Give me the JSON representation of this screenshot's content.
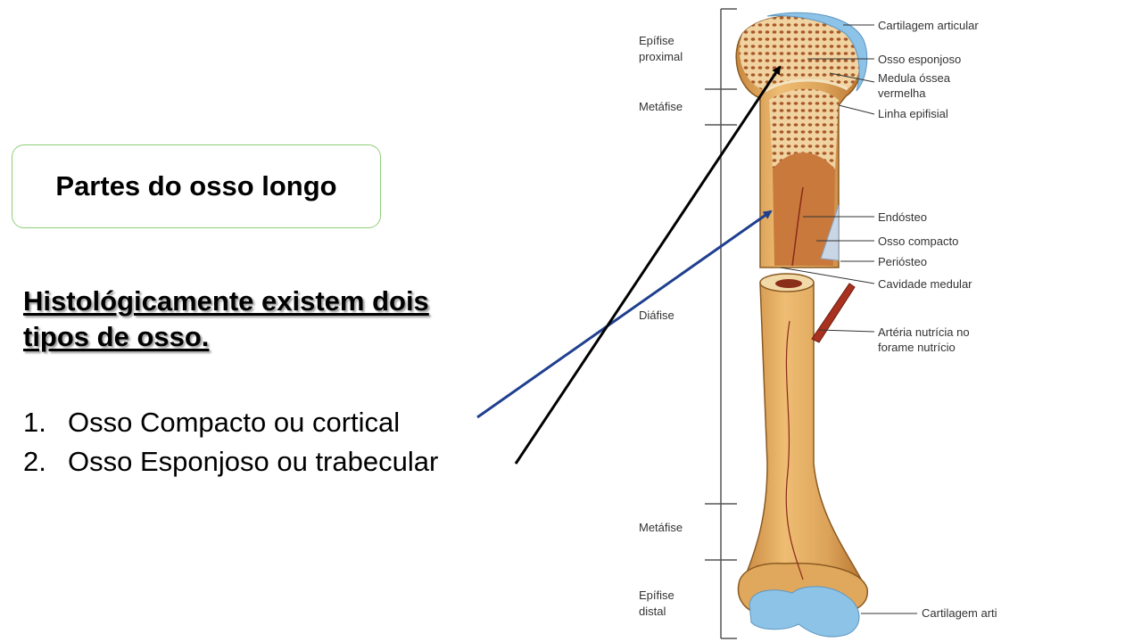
{
  "slide": {
    "title": "Partes do osso longo",
    "heading_line1": "Histológicamente existem dois",
    "heading_line2": "tipos de osso.",
    "list": [
      {
        "num": "1.",
        "text": "Osso Compacto ou cortical"
      },
      {
        "num": "2.",
        "text": "Osso Esponjoso ou trabecular"
      }
    ]
  },
  "diagram": {
    "region_labels": {
      "epifise_proximal_1": "Epífise",
      "epifise_proximal_2": "proximal",
      "metafise_top": "Metáfise",
      "diafise": "Diáfise",
      "metafise_bottom": "Metáfise",
      "epifise_distal_1": "Epífise",
      "epifise_distal_2": "distal"
    },
    "part_labels": {
      "cartilagem_articular": "Cartilagem articular",
      "osso_esponjoso": "Osso esponjoso",
      "medula_1": "Medula óssea",
      "medula_2": "vermelha",
      "linha_epifisial": "Linha epifisial",
      "endosteo": "Endósteo",
      "osso_compacto": "Osso compacto",
      "periosteo": "Periósteo",
      "cavidade_medular": "Cavidade medular",
      "arteria_1": "Artéria nutrícia no",
      "arteria_2": "forame nutrício",
      "cartilagem_distal": "Cartilagem arti"
    },
    "colors": {
      "bone": "#dca35a",
      "bone_light": "#f1cc8c",
      "spongy": "#b5642e",
      "cartilage": "#8ec3e8",
      "arrow_blue": "#1f3f8f",
      "arrow_black": "#000000"
    }
  }
}
